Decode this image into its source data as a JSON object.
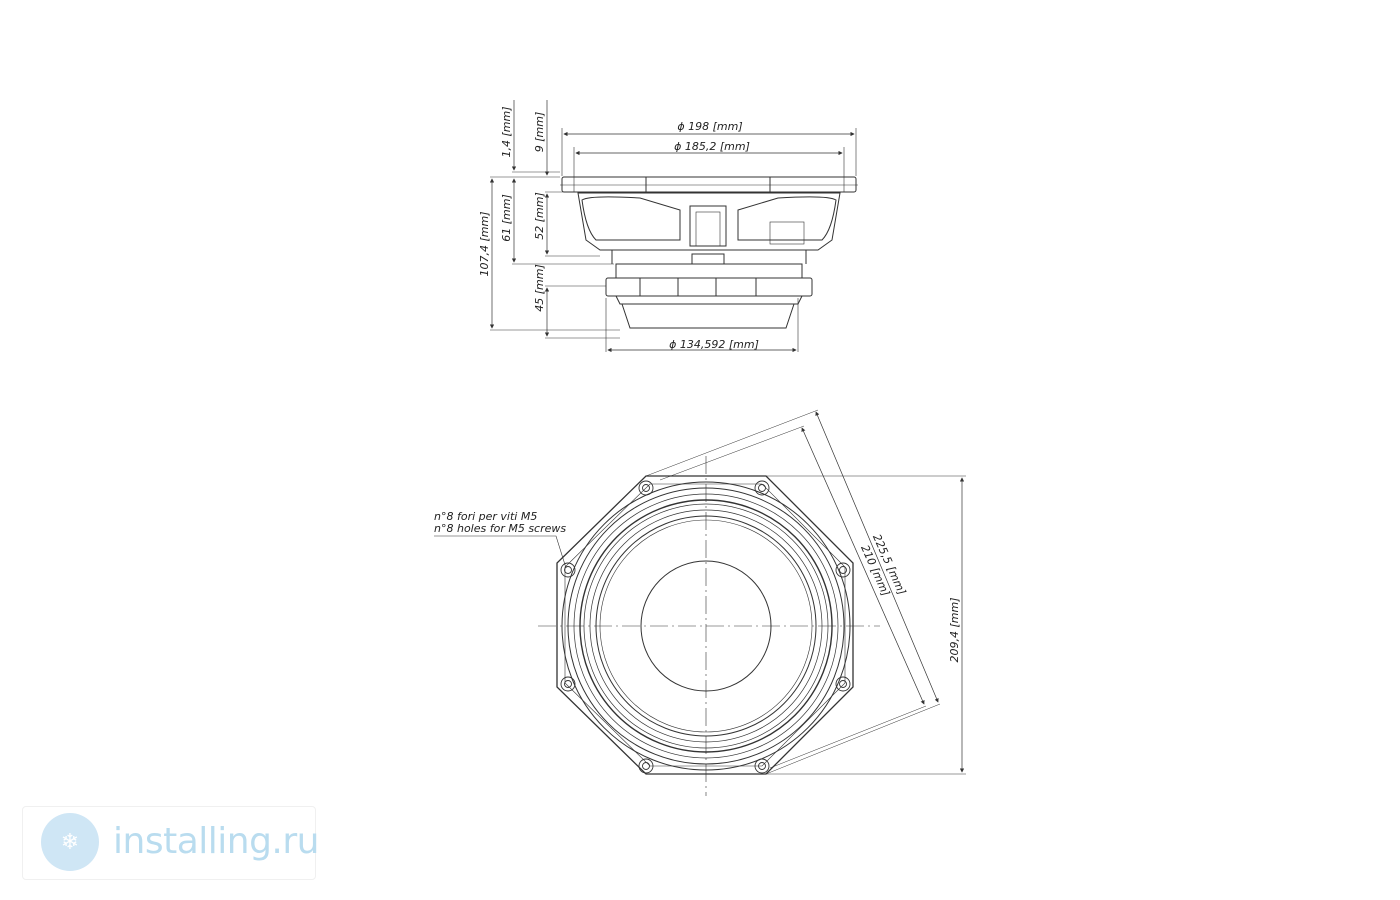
{
  "side_view": {
    "dim_outer_diameter": "ϕ 198 [mm]",
    "dim_frame_diameter": "ϕ 185,2 [mm]",
    "dim_magnet_diameter": "ϕ  134,592 [mm]",
    "dim_flange": "1,4 [mm]",
    "dim_top": "9 [mm]",
    "dim_total_depth": "107,4 [mm]",
    "dim_basket_depth": "61 [mm]",
    "dim_cone_depth": "52 [mm]",
    "dim_magnet_depth": "45 [mm]"
  },
  "front_view": {
    "dim_diagonal_outer": "225,5 [mm]",
    "dim_diagonal_inner": "210 [mm]",
    "dim_height": "209,4 [mm]",
    "holes_note_it": "n°8 fori per viti M5",
    "holes_note_en": "n°8 holes for M5 screws"
  },
  "watermark": {
    "text": "installing.ru",
    "logo_glyph": "❄"
  },
  "colors": {
    "line": "#333333",
    "watermark": "#b9dcef"
  }
}
